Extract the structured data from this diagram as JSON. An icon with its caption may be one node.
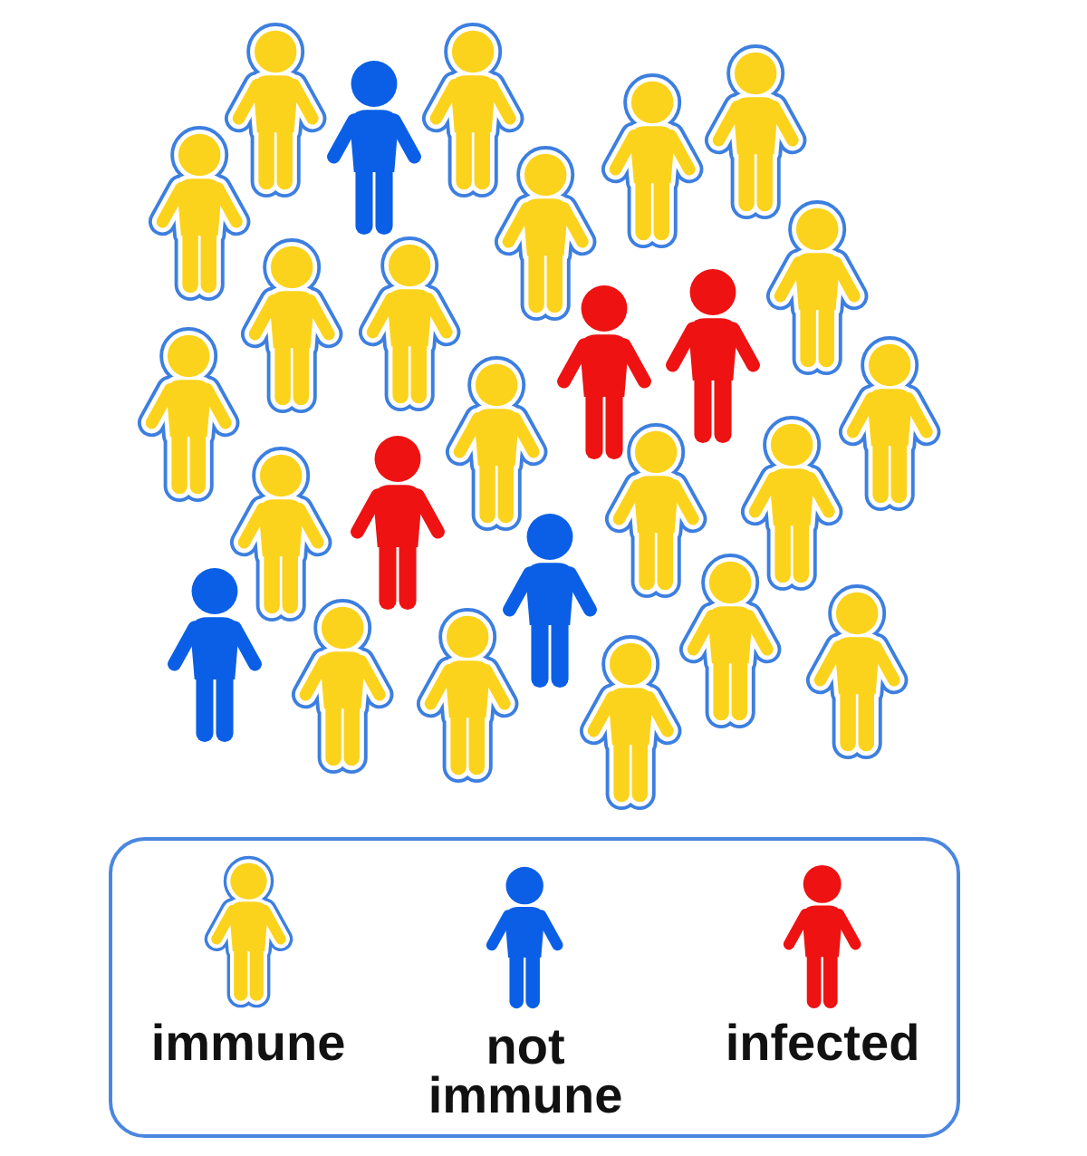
{
  "diagram": {
    "legend": [
      {
        "text": "immune"
      },
      {
        "text": "not immune"
      },
      {
        "text": "infected"
      }
    ]
  }
}
